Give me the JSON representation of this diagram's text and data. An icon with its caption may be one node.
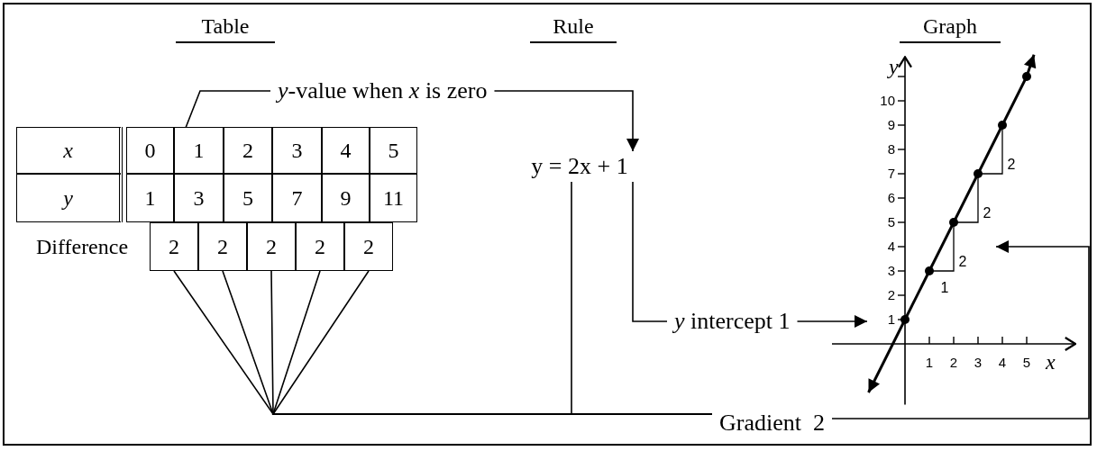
{
  "diagram": {
    "nodes": [
      {
        "text": [
          "*y*-value when *x* is zero"
        ]
      },
      {
        "text": [
          "1"
        ]
      },
      {
        "text": [
          "y = 2x + 1"
        ]
      },
      {
        "text": [
          "2"
        ]
      },
      {
        "text": [
          "2"
        ]
      },
      {
        "text": [
          "2"
        ]
      },
      {
        "text": [
          "2"
        ]
      },
      {
        "text": [
          "2"
        ]
      },
      {
        "text": [
          "Gradient  2"
        ]
      },
      {
        "text": [
          "*y* intercept 1"
        ]
      }
    ],
    "edges": [
      {
        "from": 0,
        "to": 1,
        "arrow": "none"
      },
      {
        "from": 0,
        "to": 2,
        "arrow": "to"
      },
      {
        "from": 3,
        "to": 8,
        "arrow": "none"
      },
      {
        "from": 4,
        "to": 8,
        "arrow": "none"
      },
      {
        "from": 5,
        "to": 8,
        "arrow": "none"
      },
      {
        "from": 6,
        "to": 8,
        "arrow": "none"
      },
      {
        "from": 7,
        "to": 8,
        "arrow": "none"
      },
      {
        "from": 2,
        "to": 8,
        "arrow": "none"
      },
      {
        "from": 2,
        "to": 9,
        "arrow": "none"
      },
      {
        "from": 9,
        "to": null,
        "arrow": "to"
      },
      {
        "from": 8,
        "to": null,
        "arrow": "to"
      }
    ],
    "labels": [
      "Table",
      "Rule",
      "Graph",
      "x",
      "0",
      "1",
      "2",
      "3",
      "4",
      "5",
      "y",
      "3",
      "5",
      "7",
      "9",
      "11",
      "Difference",
      "2",
      "2",
      "2",
      "1"
    ],
    "chart_data": {
      "type": "line",
      "xlabel": "x",
      "ylabel": "y",
      "x": [
        0,
        1,
        2,
        3,
        4,
        5
      ],
      "series": [
        {
          "values": [
            1,
            3,
            5,
            7,
            9,
            11
          ],
          "marker": "circle"
        }
      ],
      "xlim": [
        -3,
        7
      ],
      "ylim": [
        -2.5,
        11.8
      ],
      "xticks": [
        {
          "value": 1,
          "label": "1"
        },
        {
          "value": 2,
          "label": "2"
        },
        {
          "value": 3,
          "label": "3"
        },
        {
          "value": 4,
          "label": "4"
        },
        {
          "value": 5,
          "label": "5"
        }
      ],
      "yticks": [
        {
          "value": 1,
          "label": "1"
        },
        {
          "value": 2,
          "label": "2"
        },
        {
          "value": 3,
          "label": "3"
        },
        {
          "value": 4,
          "label": "4"
        },
        {
          "value": 5,
          "label": "5"
        },
        {
          "value": 6,
          "label": "6"
        },
        {
          "value": 7,
          "label": "7"
        },
        {
          "value": 8,
          "label": "8"
        },
        {
          "value": 9,
          "label": "9"
        },
        {
          "value": 10,
          "label": "10"
        }
      ]
    }
  }
}
